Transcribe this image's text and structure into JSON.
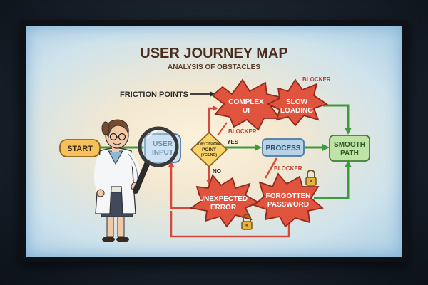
{
  "diagram": {
    "title": "USER JOURNEY MAP",
    "subtitle": "ANALYSIS OF OBSTACLES",
    "friction_label": "FRICTION POINTS",
    "nodes": {
      "start": "START",
      "user_input_line1": "USER",
      "user_input_line2": "INPUT",
      "decision_line1": "DECISION",
      "decision_line2": "POINT",
      "decision_line3": "(YES/NO)",
      "process": "PROCESS",
      "smooth_line1": "SMOOTH",
      "smooth_line2": "PATH"
    },
    "obstacles": {
      "complex_line1": "COMPLEX",
      "complex_line2": "UI",
      "slow_line1": "SLOW",
      "slow_line2": "LOADING",
      "unexpected_line1": "UNEXPECTED",
      "unexpected_line2": "ERROR",
      "forgotten_line1": "FORGOTTEN",
      "forgotten_line2": "PASSWORD"
    },
    "labels": {
      "blocker_top": "BLOCKER",
      "blocker_mid": "BLOCKER",
      "blocker_bottom": "BLOCKER",
      "yes": "YES",
      "no": "NO"
    },
    "colors": {
      "obstacle_fill": "#e0533d",
      "obstacle_text": "#ffffff",
      "flow_arrow": "#d8483a",
      "good_arrow": "#3f9a3a",
      "start_fill": "#f6c15a",
      "decision_fill": "#f7d36b",
      "process_fill": "#b7d3ea",
      "smooth_fill": "#bfe2a6",
      "title_color": "#4a2d1e",
      "label_red": "#c23a2c"
    },
    "icons": [
      "magnifying-glass-icon",
      "padlock-icon",
      "scientist-illustration"
    ]
  }
}
